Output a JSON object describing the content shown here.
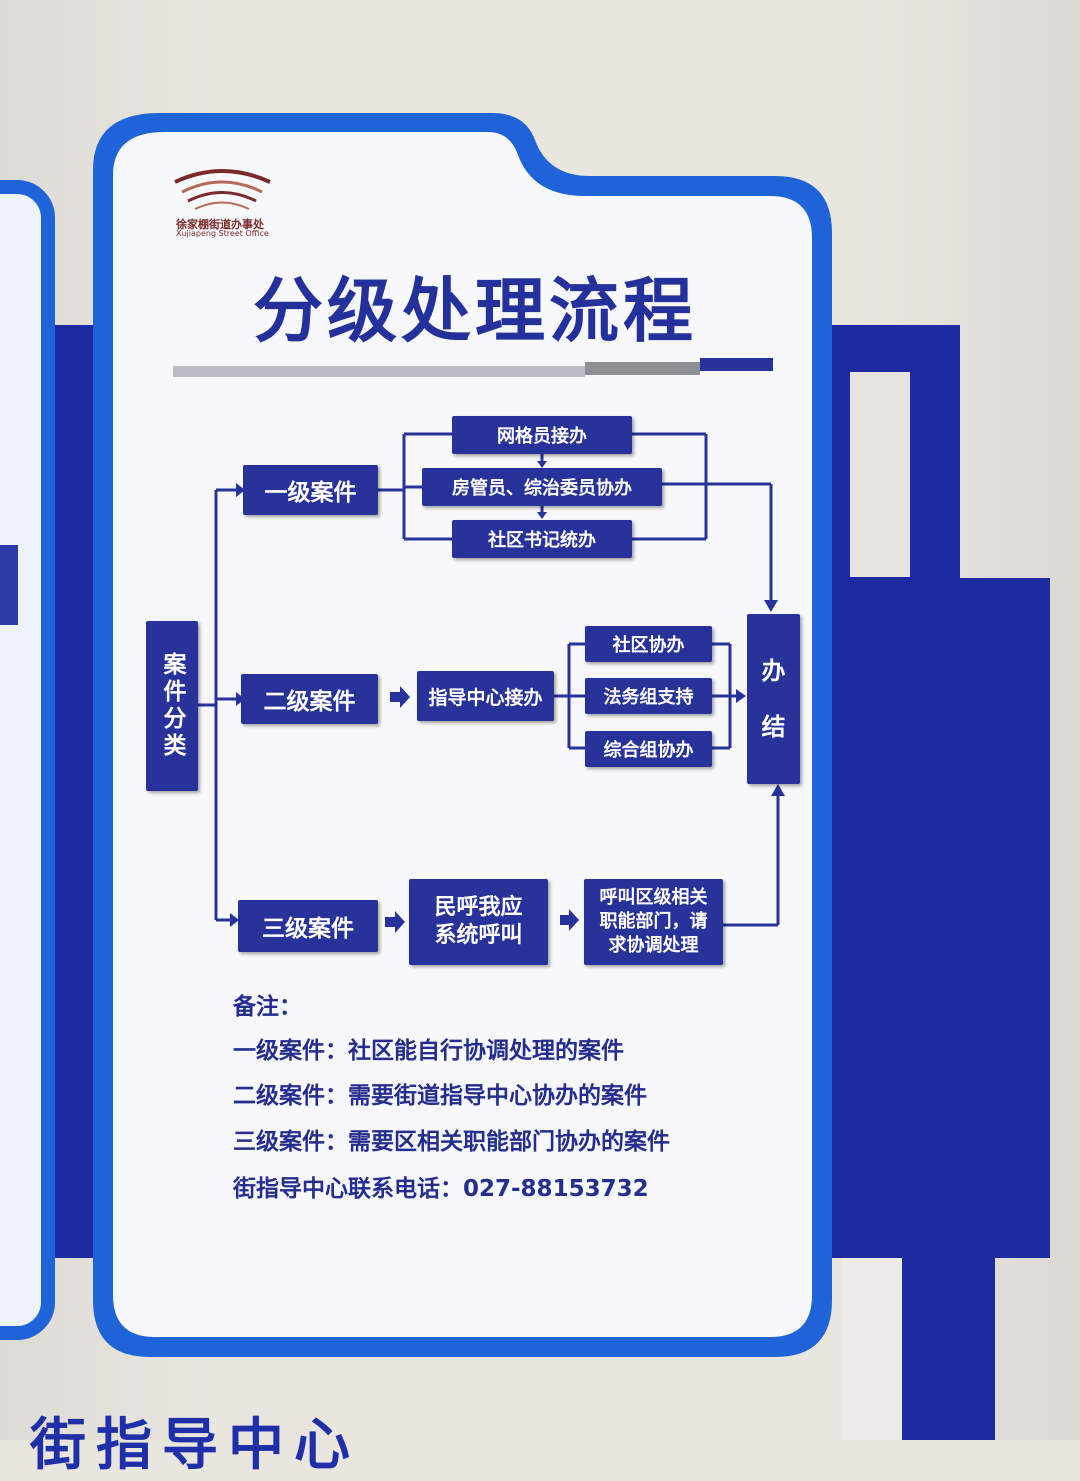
{
  "logo": {
    "name_cn": "徐家棚街道办事处",
    "name_en": "Xujiapeng Street Office"
  },
  "title": "分级处理流程",
  "flow": {
    "classify": "案件分类",
    "level1": "一级案件",
    "level2": "二级案件",
    "level3": "三级案件",
    "l1_steps": [
      "网格员接办",
      "房管员、综治委员协办",
      "社区书记统办"
    ],
    "l2_center": "指导中心接办",
    "l2_steps": [
      "社区协办",
      "法务组支持",
      "综合组协办"
    ],
    "l3_system": "民呼我应\n系统呼叫",
    "l3_dept": "呼叫区级相关\n职能部门，请\n求协调处理",
    "done": "办\n结"
  },
  "notes": {
    "heading": "备注：",
    "lines": [
      "一级案件：社区能自行协调处理的案件",
      "二级案件：需要街道指导中心协办的案件",
      "三级案件：需要区相关职能部门协办的案件",
      "街指导中心联系电话：027-88153732"
    ]
  },
  "bottom_partial": "街指导中心",
  "colors": {
    "navy": "#28329b",
    "sign_blue": "#1f63d8",
    "text_blue": "#252d8f"
  }
}
